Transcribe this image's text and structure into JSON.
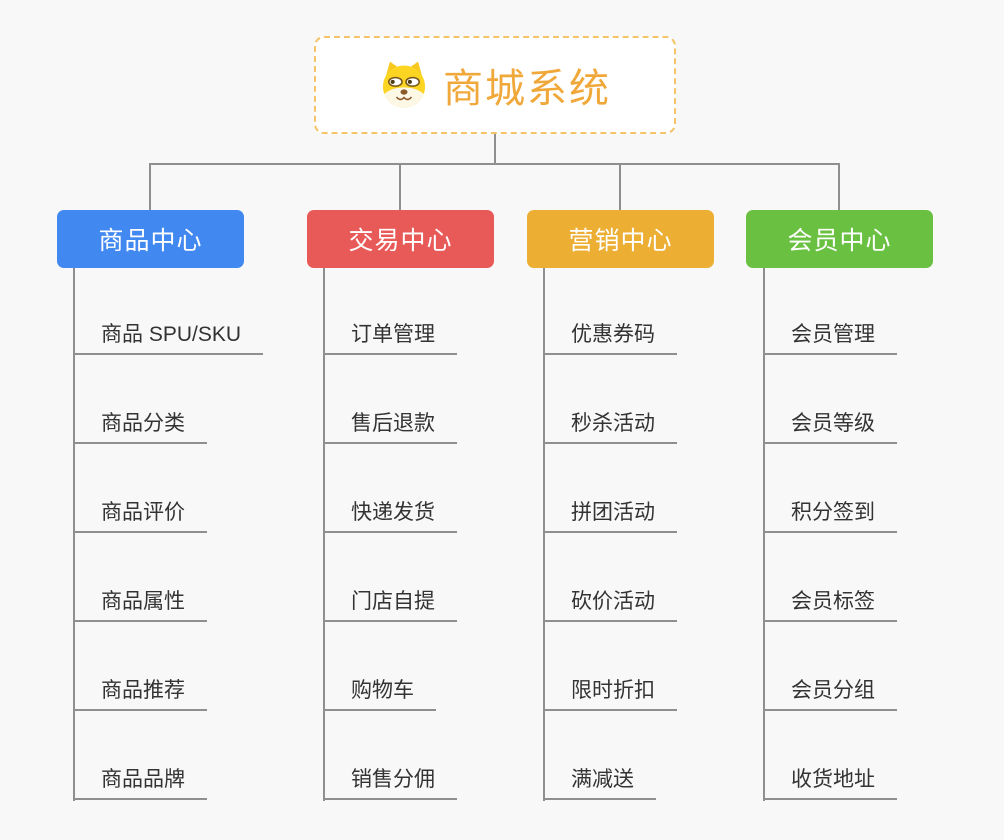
{
  "root": {
    "title": "商城系统",
    "icon": "dog-face-icon",
    "text_color": "#f0a83a",
    "border_color": "#f6c468",
    "bg": "#ffffff"
  },
  "colors": {
    "background": "#f8f8f8",
    "connector": "#8f8f8f",
    "leaf_text": "#333333"
  },
  "branches": [
    {
      "label": "商品中心",
      "color": "#4188f0",
      "children": [
        "商品 SPU/SKU",
        "商品分类",
        "商品评价",
        "商品属性",
        "商品推荐",
        "商品品牌"
      ]
    },
    {
      "label": "交易中心",
      "color": "#e85a58",
      "children": [
        "订单管理",
        "售后退款",
        "快递发货",
        "门店自提",
        "购物车",
        "销售分佣"
      ]
    },
    {
      "label": "营销中心",
      "color": "#ecae33",
      "children": [
        "优惠券码",
        "秒杀活动",
        "拼团活动",
        "砍价活动",
        "限时折扣",
        "满减送"
      ]
    },
    {
      "label": "会员中心",
      "color": "#69c041",
      "children": [
        "会员管理",
        "会员等级",
        "积分签到",
        "会员标签",
        "会员分组",
        "收货地址"
      ]
    }
  ]
}
